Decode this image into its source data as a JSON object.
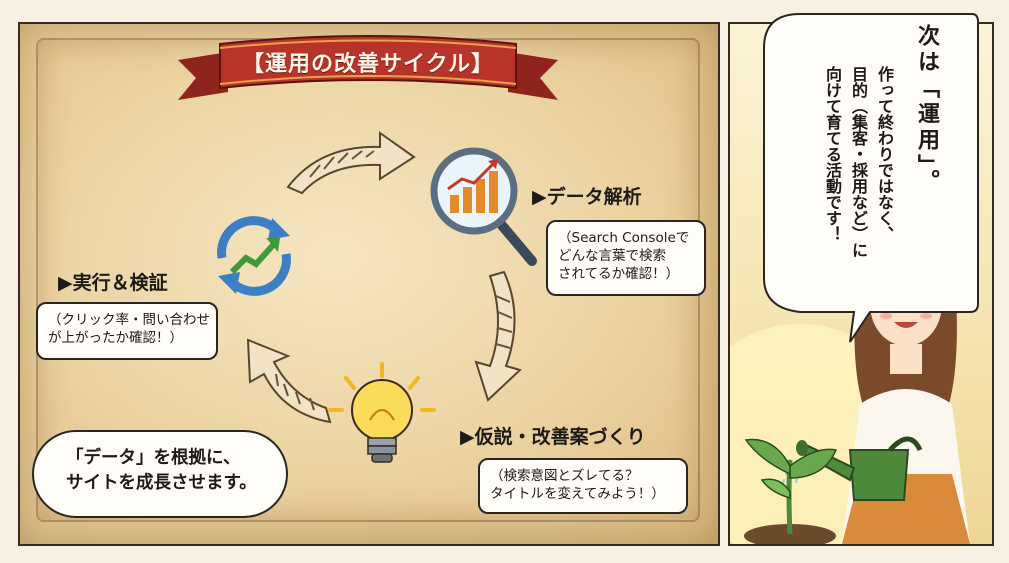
{
  "ribbon_title": "【運用の改善サイクル】",
  "steps": {
    "analysis": {
      "label": "▶データ解析",
      "note": [
        "（Search Consoleで",
        "どんな言葉で検索",
        "されてるか確認！）"
      ]
    },
    "hypothesis": {
      "label": "▶仮説・改善案づくり",
      "note": [
        "（検索意図とズレてる？",
        "タイトルを変えてみよう！）"
      ]
    },
    "execution": {
      "label": "▶実行＆検証",
      "note": [
        "（クリック率・問い合わせ",
        "が上がったか確認！）"
      ]
    }
  },
  "conclusion": [
    "「データ」を根拠に、",
    "サイトを成長させます。"
  ],
  "speech": {
    "line1": "次は「運用」。",
    "line2": "作って終わりではなく、",
    "line3": "目的（集客・採用など）に",
    "line4": "向けて育てる活動です！"
  },
  "icons": [
    "magnifier-chart-icon",
    "lightbulb-icon",
    "cycle-arrows-icon",
    "flow-arrow-icon",
    "sprout-icon",
    "watering-can-icon"
  ],
  "colors": {
    "ribbon": "#b8342a",
    "parchment": "#ecd4a3",
    "bulb": "#f6c432",
    "chart-bar": "#e48a2a",
    "cycle-blue": "#3d7fc4",
    "cycle-green": "#3f9a3a"
  }
}
